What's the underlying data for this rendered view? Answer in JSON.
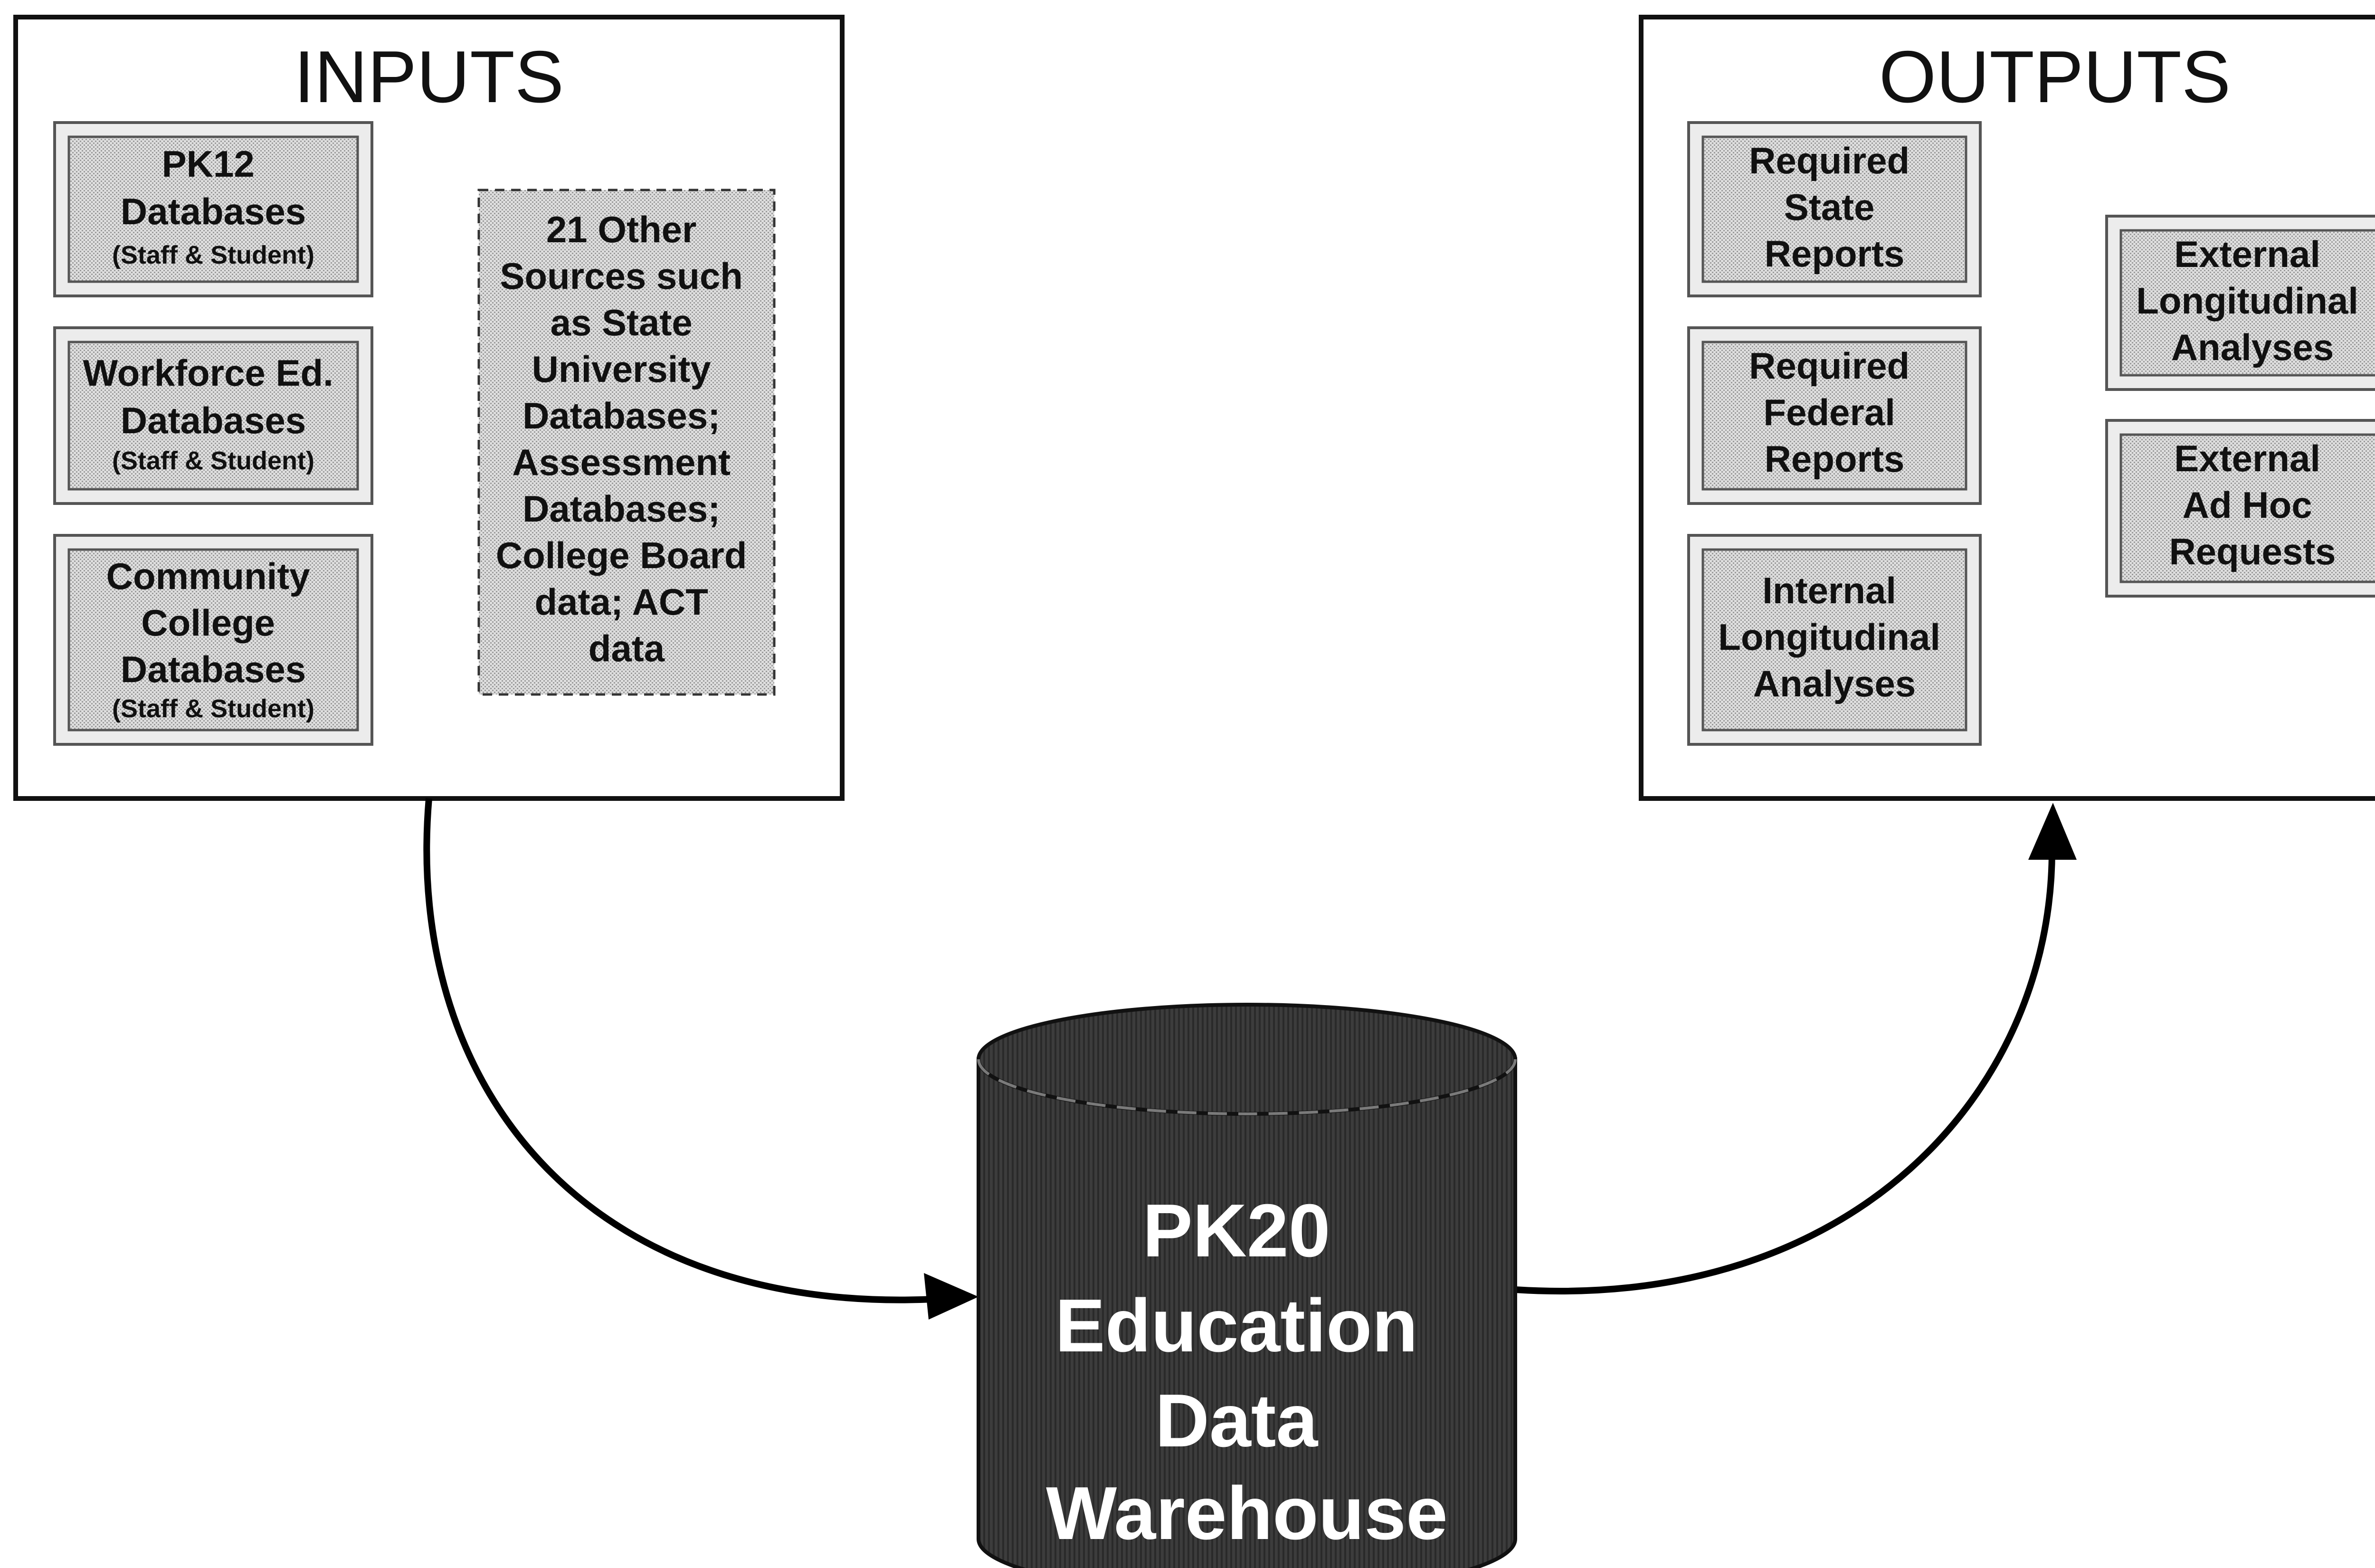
{
  "inputs": {
    "title": "INPUTS",
    "pk12": {
      "lines": [
        "PK12",
        "Databases"
      ],
      "sub": "(Staff & Student)"
    },
    "workforce": {
      "lines": [
        "Workforce Ed.",
        "Databases"
      ],
      "sub": "(Staff & Student)"
    },
    "community_college": {
      "lines": [
        "Community",
        "College",
        "Databases"
      ],
      "sub": "(Staff & Student)"
    },
    "other_sources": {
      "lines": [
        "21 Other",
        "Sources such",
        "as State",
        "University",
        "Databases;",
        "Assessment",
        "Databases;",
        "College Board",
        "data; ACT",
        "data"
      ]
    }
  },
  "outputs": {
    "title": "OUTPUTS",
    "state_reports": {
      "lines": [
        "Required",
        "State",
        "Reports"
      ]
    },
    "federal_reports": {
      "lines": [
        "Required",
        "Federal",
        "Reports"
      ]
    },
    "internal_longitudinal": {
      "lines": [
        "Internal",
        "Longitudinal",
        "Analyses"
      ]
    },
    "external_longitudinal": {
      "lines": [
        "External",
        "Longitudinal",
        "Analyses"
      ]
    },
    "external_adhoc": {
      "lines": [
        "External",
        "Ad Hoc",
        "Requests"
      ]
    }
  },
  "warehouse": {
    "lines": [
      "PK20",
      "Education",
      "Data",
      "Warehouse"
    ]
  },
  "colors": {
    "panel_stroke": "#111111",
    "box_fill": "#d4d4d4",
    "box_stroke": "#555555",
    "cylinder_fill": "#3a3a3a",
    "arrow": "#000000"
  }
}
